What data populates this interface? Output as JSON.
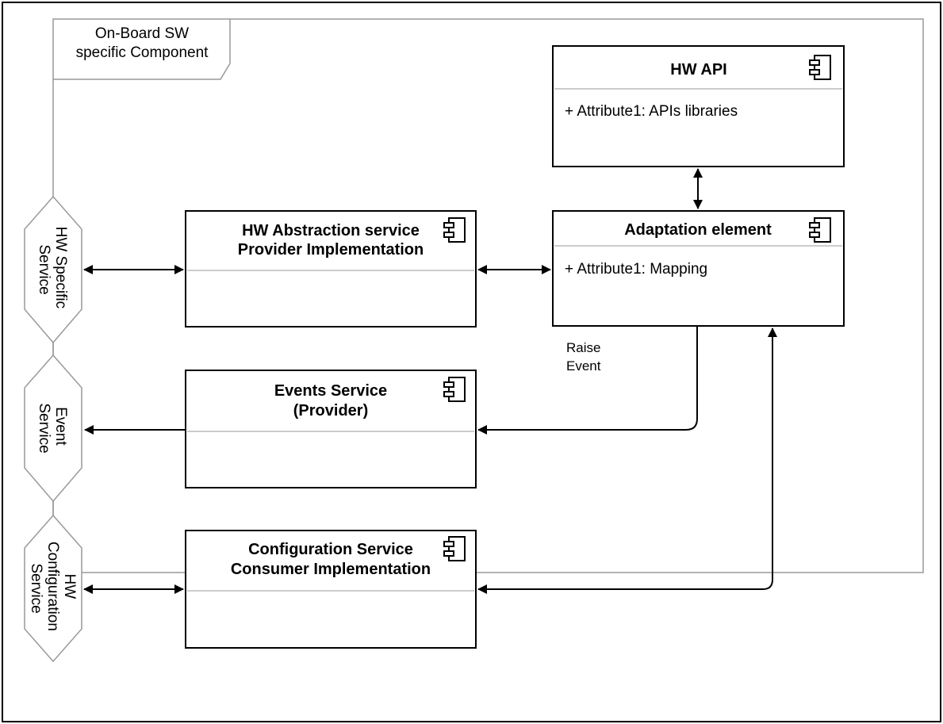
{
  "frame": {
    "label_lines": [
      "On-Board SW",
      "specific Component"
    ]
  },
  "ports": [
    {
      "id": "hw-specific-service",
      "lines": [
        "HW Specific",
        "Service"
      ]
    },
    {
      "id": "event-service",
      "lines": [
        "Event",
        "Service"
      ]
    },
    {
      "id": "hw-configuration-service",
      "lines": [
        "HW",
        "Configuration",
        "Service"
      ]
    }
  ],
  "components": {
    "hw_api": {
      "title": "HW API",
      "attribute": "+ Attribute1: APIs libraries"
    },
    "adaptation": {
      "title": "Adaptation element",
      "attribute": "+ Attribute1: Mapping"
    },
    "hw_abstraction": {
      "title_lines": [
        "HW Abstraction service",
        "Provider Implementation"
      ]
    },
    "events_service": {
      "title_lines": [
        "Events Service",
        "(Provider)"
      ]
    },
    "configuration_service": {
      "title_lines": [
        "Configuration Service",
        "Consumer Implementation"
      ]
    }
  },
  "annotations": {
    "raise_event_lines": [
      "Raise",
      "Event"
    ]
  },
  "icon": "uml-component-icon"
}
